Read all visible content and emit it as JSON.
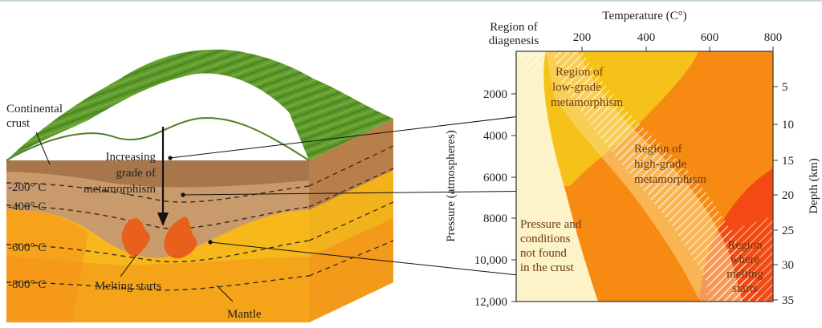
{
  "block": {
    "continental_crust": [
      "Continental",
      "crust"
    ],
    "increasing_grade": [
      "Increasing",
      "grade of",
      "metamorphism"
    ],
    "isotherms": [
      "-200° C",
      "-400° C",
      "-600° C",
      "-800° C"
    ],
    "melting_starts": "Melting starts",
    "mantle": "Mantle"
  },
  "chart": {
    "x_axis_title": "Temperature (C°)",
    "x_ticks": [
      "200",
      "400",
      "600",
      "800"
    ],
    "y_axis_title": "Pressure (atmospheres)",
    "y_ticks": [
      "2000",
      "4000",
      "6000",
      "8000",
      "10,000",
      "12,000"
    ],
    "y2_axis_title": "Depth (km)",
    "y2_ticks": [
      "5",
      "10",
      "15",
      "20",
      "25",
      "30",
      "35"
    ],
    "region_diagenesis": [
      "Region of",
      "diagenesis"
    ],
    "region_low": [
      "Region of",
      "low-grade",
      "metamorphism"
    ],
    "region_high": [
      "Region of",
      "high-grade",
      "metamorphism"
    ],
    "region_not_found": [
      "Pressure and",
      "conditions",
      "not found",
      "in the crust"
    ],
    "region_melting": [
      "Region",
      "where",
      "melting",
      "starts"
    ]
  },
  "colors": {
    "pale": "#fdf3c8",
    "yellow": "#f6c21a",
    "orange": "#f78a12",
    "red_orange": "#f04a12",
    "soil": "#c49566",
    "grass": "#5f9a2c"
  }
}
